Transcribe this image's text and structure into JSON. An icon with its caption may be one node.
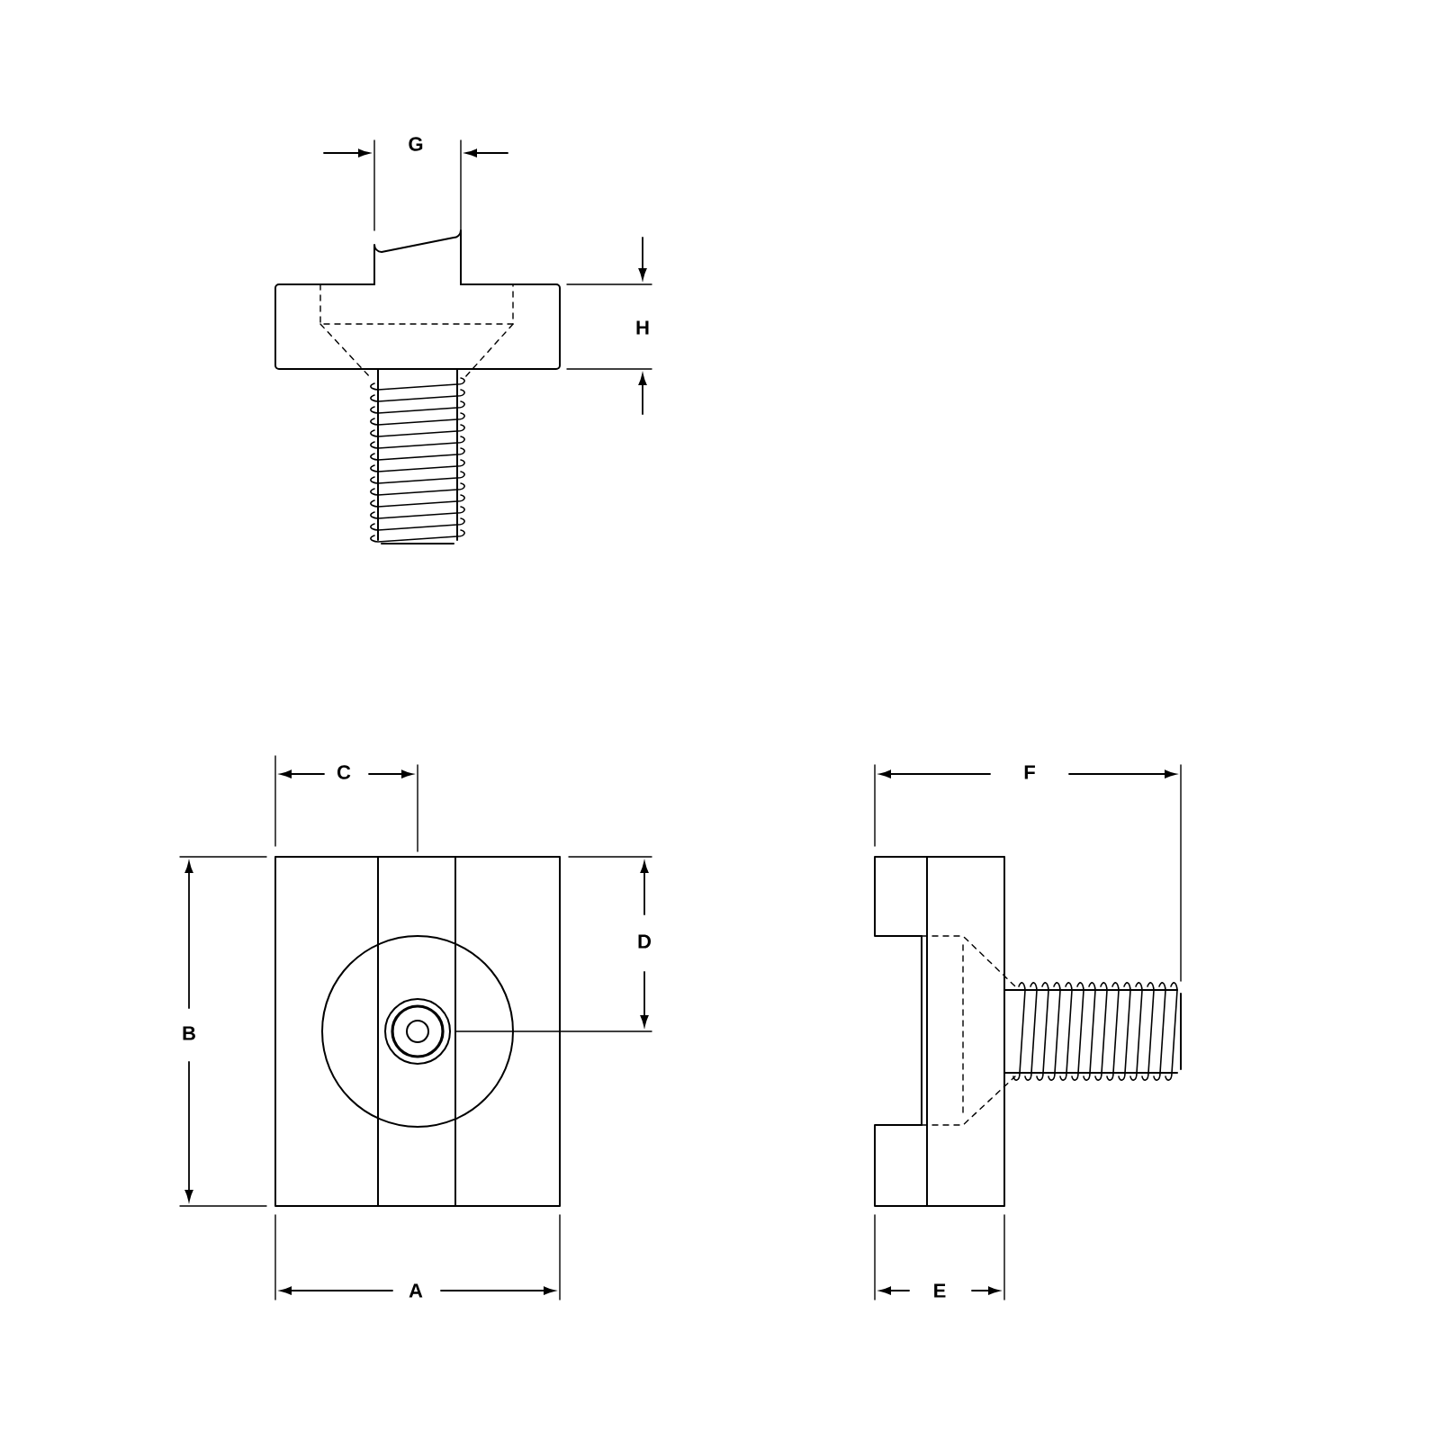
{
  "diagram": {
    "labels": [
      "G",
      "H",
      "C",
      "F",
      "D",
      "B",
      "A",
      "E"
    ]
  }
}
